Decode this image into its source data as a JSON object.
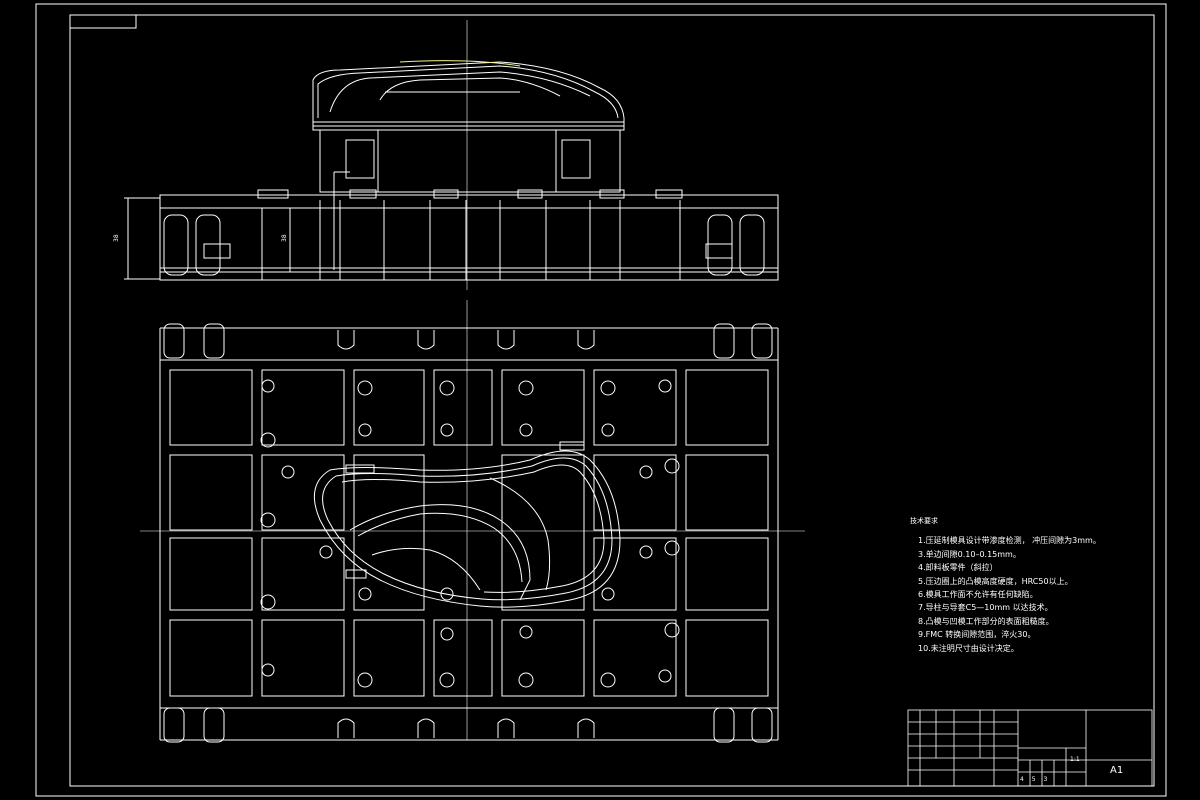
{
  "notes": {
    "title": "技术要求",
    "lines": [
      "1.压延制模具设计带渗度检测， 冲压间隙为3mm。",
      "3.单边间隙0.10–0.15mm。",
      "4.卸料板零件（斜拉）",
      "5.压边圈上的凸模高度硬度，HRC50以上。",
      "6.模具工作面不允许有任何缺陷。",
      "7.导柱与导套C5—10mm 以达技术。",
      "8.凸模与凹模工作部分的表面粗糙度。",
      "9.FMC 转换间隙范围，淬火30。",
      "10.未注明尺寸由设计决定。"
    ]
  },
  "title_block": {
    "sheet": "A1",
    "scale": "1:1",
    "nums": "4 5 3"
  },
  "dims": {
    "left_dim": "38",
    "mid_dim": "38"
  },
  "colors": {
    "line": "#ffffff",
    "accent": "#f4f48c"
  }
}
